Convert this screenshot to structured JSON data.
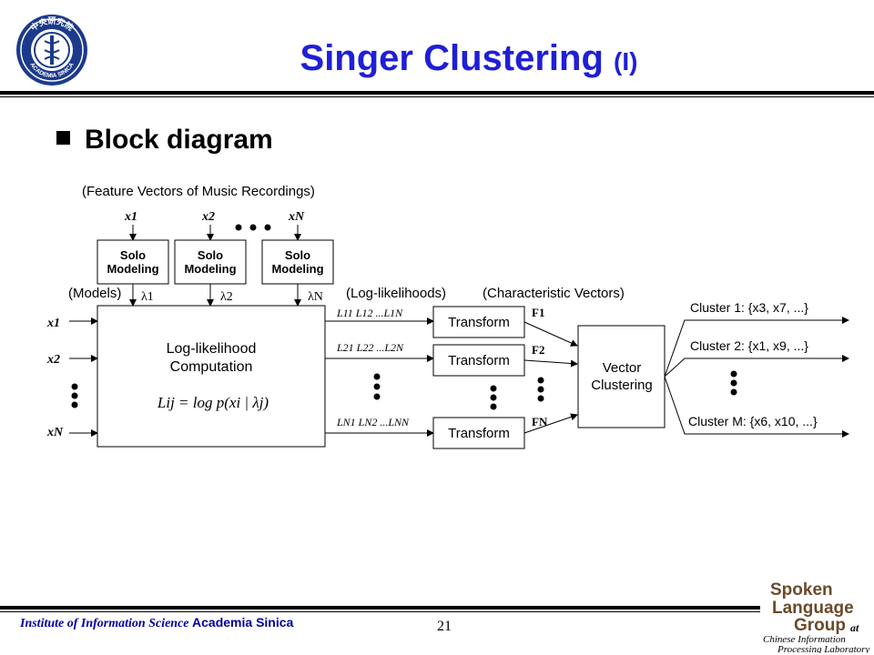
{
  "slide": {
    "title": "Singer Clustering",
    "title_suffix": "(I)",
    "bullet": "Block diagram",
    "footer_institute": "Institute of Information Science",
    "footer_academia": "Academia Sinica",
    "page_number": "21",
    "seal_text": "ACADEMIA SINICA",
    "seal_cn": "中央研究院"
  },
  "logo": {
    "line1": "Spoken",
    "line2": "Language",
    "line3": "Group",
    "at": "at",
    "lab1": "Chinese Information",
    "lab2": "Processing Laboratory"
  },
  "diagram": {
    "feature_caption": "(Feature Vectors of Music Recordings)",
    "models_caption": "(Models)",
    "loglik_caption": "(Log-likelihoods)",
    "charvec_caption": "(Characteristic Vectors)",
    "solo_modeling_line1": "Solo",
    "solo_modeling_line2": "Modeling",
    "loglik_box_line1": "Log-likelihood",
    "loglik_box_line2": "Computation",
    "formula": "Lij = log p(xi | λj)",
    "transform_label": "Transform",
    "vector_clustering_line1": "Vector",
    "vector_clustering_line2": "Clustering",
    "inputs_top": [
      "x1",
      "x2",
      "xN"
    ],
    "lambdas": [
      "λ1",
      "λ2",
      "λN"
    ],
    "inputs_left": [
      "x1",
      "x2",
      "xN"
    ],
    "loglik_rows": [
      "L11 L12 ...L1N",
      "L21 L22 ...L2N",
      "LN1 LN2 ...LNN"
    ],
    "char_vectors": [
      "F1",
      "F2",
      "FN"
    ],
    "clusters": [
      "Cluster 1: {x3, x7, ...}",
      "Cluster 2: {x1, x9, ...}",
      "Cluster M: {x6, x10, ...}"
    ]
  }
}
